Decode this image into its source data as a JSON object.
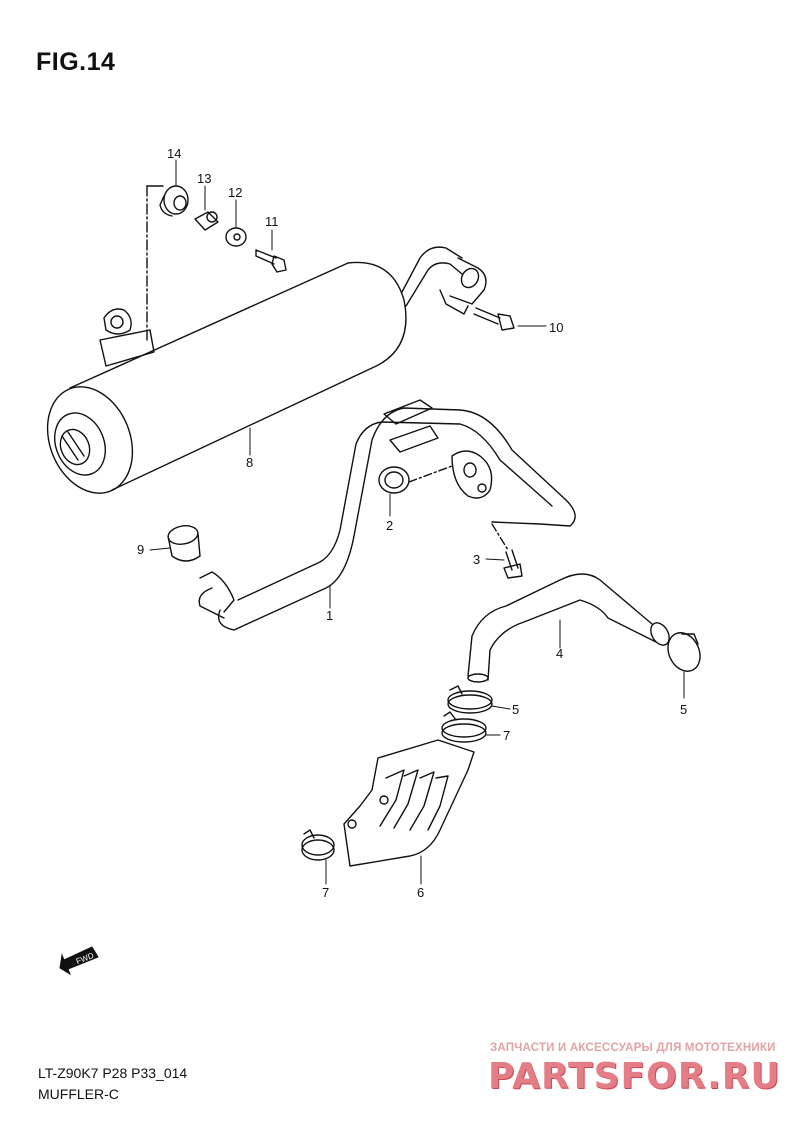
{
  "figure": {
    "title": "FIG.14"
  },
  "callouts": [
    {
      "id": "14",
      "label": "14"
    },
    {
      "id": "13",
      "label": "13"
    },
    {
      "id": "12",
      "label": "12"
    },
    {
      "id": "11",
      "label": "11"
    },
    {
      "id": "10",
      "label": "10"
    },
    {
      "id": "8",
      "label": "8"
    },
    {
      "id": "2",
      "label": "2"
    },
    {
      "id": "9",
      "label": "9"
    },
    {
      "id": "3",
      "label": "3"
    },
    {
      "id": "1",
      "label": "1"
    },
    {
      "id": "4",
      "label": "4"
    },
    {
      "id": "5a",
      "label": "5"
    },
    {
      "id": "5b",
      "label": "5"
    },
    {
      "id": "7a",
      "label": "7"
    },
    {
      "id": "7b",
      "label": "7"
    },
    {
      "id": "6",
      "label": "6"
    }
  ],
  "footer": {
    "model_code": "LT-Z90K7 P28 P33_014",
    "group_name": "MUFFLER-C"
  },
  "watermark": {
    "tagline": "ЗАПЧАСТИ И АКСЕССУАРЫ ДЛЯ МОТОТЕХНИКИ",
    "brand": "PARTSFOR.RU"
  },
  "icons": {
    "direction": "fwd-arrow-icon",
    "direction_text": "FWD"
  }
}
